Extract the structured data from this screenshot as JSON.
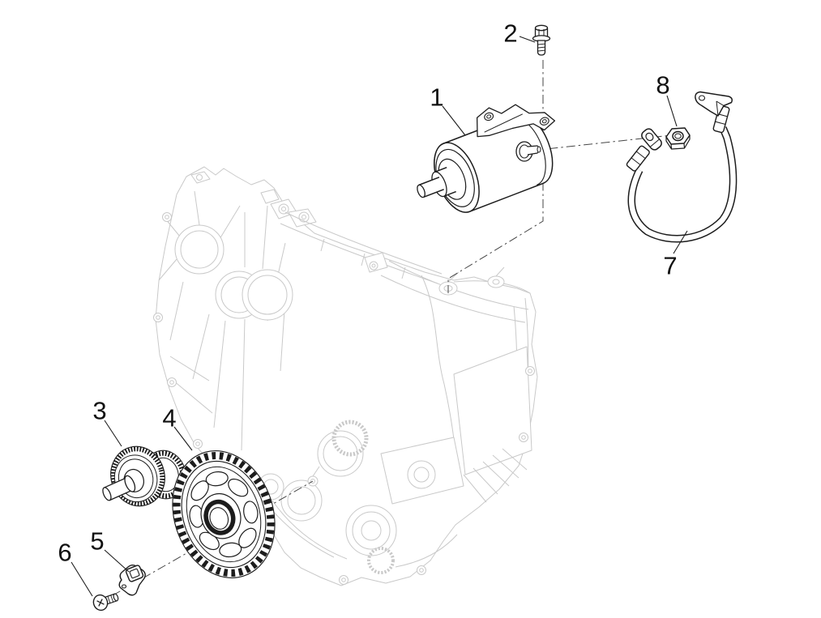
{
  "figure": {
    "kind": "exploded-parts-diagram",
    "colors": {
      "background": "#ffffff",
      "part_line": "#1c1c1c",
      "engine_line": "#c9c9c9",
      "centerline": "#454545"
    },
    "callouts": [
      {
        "number": "1",
        "part": "starter-motor"
      },
      {
        "number": "2",
        "part": "flange-bolt"
      },
      {
        "number": "3",
        "part": "intermediate-double-gear"
      },
      {
        "number": "4",
        "part": "starter-ring-gear"
      },
      {
        "number": "5",
        "part": "retainer-clip"
      },
      {
        "number": "6",
        "part": "retainer-screw"
      },
      {
        "number": "7",
        "part": "starter-cable"
      },
      {
        "number": "8",
        "part": "hex-nut"
      }
    ]
  }
}
